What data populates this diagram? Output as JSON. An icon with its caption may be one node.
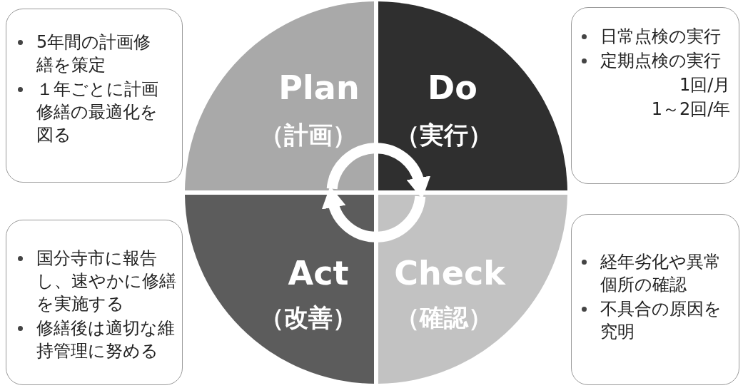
{
  "diagram": {
    "nodes": [
      {
        "text": [
          "5年間の計画修繕を策定",
          "１年ごとに計画修繕の最適化を図る"
        ]
      },
      {
        "text": [
          "Plan",
          "（計画）"
        ]
      },
      {
        "text": [
          "Do",
          "（実行）"
        ]
      },
      {
        "text": [
          "日常点検の実行",
          "定期点検の実行",
          "1回/月",
          "1～2回/年"
        ]
      },
      {
        "text": [
          "国分寺市に報告し、速やかに修繕を実施する",
          "修繕後は適切な維持管理に努める"
        ]
      },
      {
        "text": [
          "Act",
          "（改善）"
        ]
      },
      {
        "text": [
          "Check",
          "（確認）"
        ]
      },
      {
        "text": [
          "経年劣化や異常個所の確認",
          "不具合の原因を究明"
        ]
      }
    ],
    "edges": [
      {
        "from": 1,
        "to": 2,
        "arrow": "to"
      },
      {
        "from": 6,
        "to": 5,
        "arrow": "to"
      }
    ]
  }
}
